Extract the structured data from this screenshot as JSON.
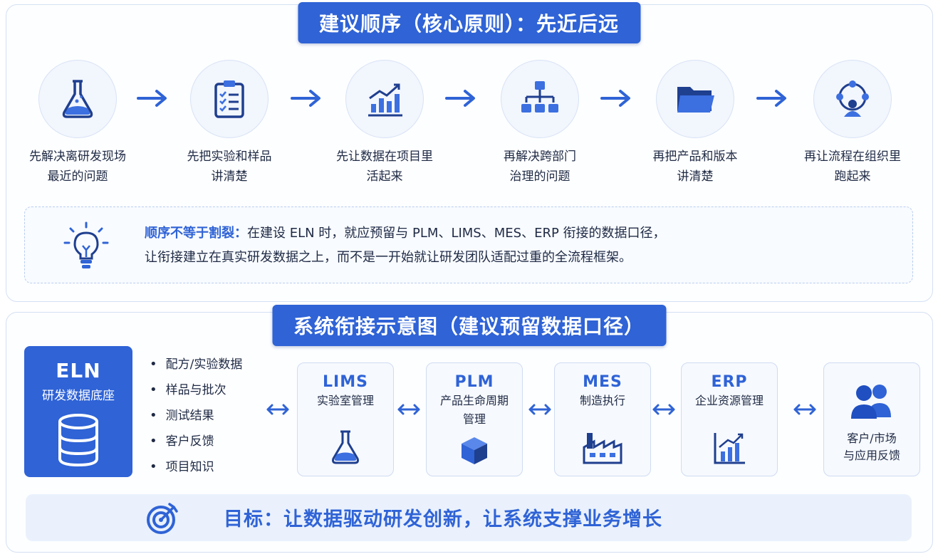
{
  "banners": {
    "top": "建议顺序（核心原则）：先近后远",
    "bottom": "系统衔接示意图（建议预留数据口径）"
  },
  "steps": [
    {
      "line1": "先解决离研发现场",
      "line2": "最近的问题",
      "icon": "flask-icon"
    },
    {
      "line1": "先把实验和样品",
      "line2": "讲清楚",
      "icon": "clipboard-checklist-icon"
    },
    {
      "line1": "先让数据在项目里",
      "line2": "活起来",
      "icon": "growth-chart-icon"
    },
    {
      "line1": "再解决跨部门",
      "line2": "治理的问题",
      "icon": "org-chart-icon"
    },
    {
      "line1": "再把产品和版本",
      "line2": "讲清楚",
      "icon": "folder-icon"
    },
    {
      "line1": "再让流程在组织里",
      "line2": "跑起来",
      "icon": "workflow-people-icon"
    }
  ],
  "note": {
    "highlight": "顺序不等于割裂：",
    "line1": "在建设 ELN 时，就应预留与 PLM、LIMS、MES、ERP 衔接的数据口径，",
    "line2": "让衔接建立在真实研发数据之上，而不是一开始就让研发团队适配过重的全流程框架。"
  },
  "eln": {
    "name": "ELN",
    "subtitle": "研发数据底座"
  },
  "eln_items": [
    "配方/实验数据",
    "样品与批次",
    "测试结果",
    "客户反馈",
    "项目知识"
  ],
  "systems": [
    {
      "name": "LIMS",
      "desc1": "实验室管理",
      "desc2": "",
      "icon": "flask-icon"
    },
    {
      "name": "PLM",
      "desc1": "产品生命周期",
      "desc2": "管理",
      "icon": "cube-icon"
    },
    {
      "name": "MES",
      "desc1": "制造执行",
      "desc2": "",
      "icon": "factory-icon"
    },
    {
      "name": "ERP",
      "desc1": "企业资源管理",
      "desc2": "",
      "icon": "bar-growth-icon"
    }
  ],
  "customer": {
    "line1": "客户/市场",
    "line2": "与应用反馈",
    "icon": "users-icon"
  },
  "goal": {
    "text": "目标：让数据驱动研发创新，让系统支撑业务增长"
  },
  "colors": {
    "primary": "#2f63d6",
    "panel_border": "#d4e0f3",
    "goal_bg": "#eaf1fc"
  }
}
